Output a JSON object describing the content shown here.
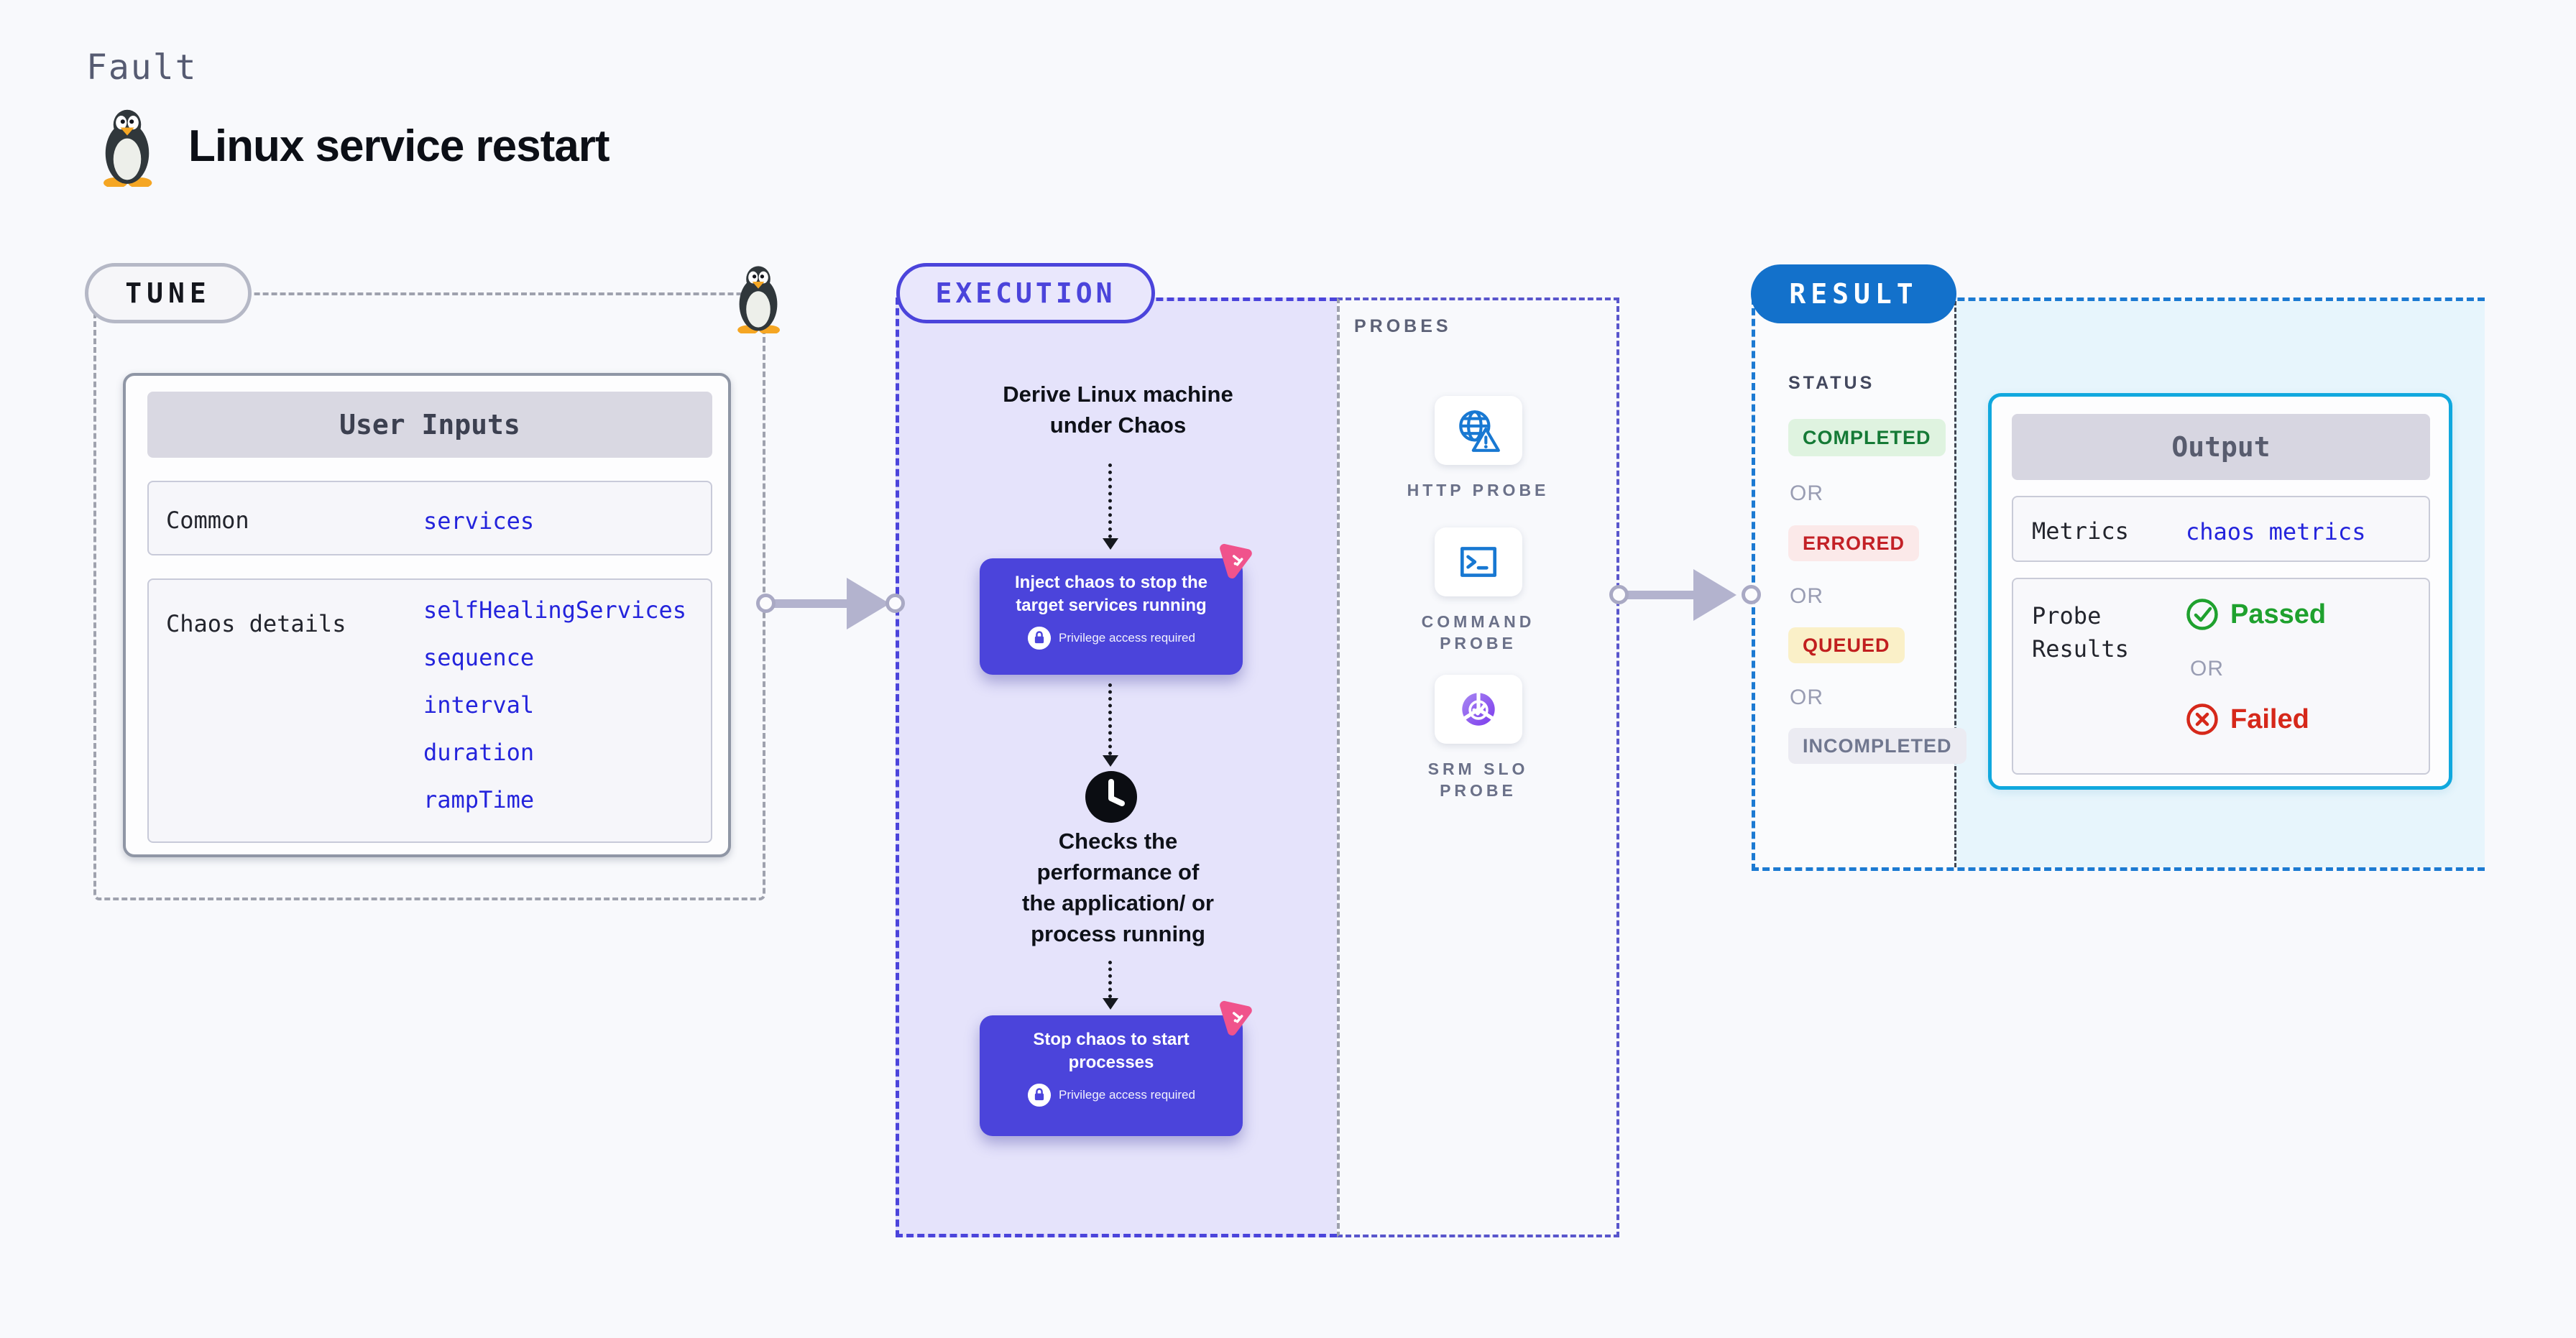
{
  "header": {
    "kicker": "Fault",
    "title": "Linux service restart"
  },
  "tune": {
    "pill": "TUNE",
    "table_title": "User Inputs",
    "rows": [
      {
        "label": "Common",
        "values": [
          "services"
        ]
      },
      {
        "label": "Chaos details",
        "values": [
          "selfHealingServices",
          "sequence",
          "interval",
          "duration",
          "rampTime"
        ]
      }
    ]
  },
  "execution": {
    "pill": "EXECUTION",
    "step1": "Derive Linux machine\nunder Chaos",
    "card1": {
      "title": "Inject chaos to stop the\ntarget services running",
      "badge": "Privilege access required"
    },
    "step2": "Checks the\nperformance of\nthe application/ or\nprocess running",
    "card2": {
      "title": "Stop chaos to start\nprocesses",
      "badge": "Privilege access required"
    }
  },
  "probes": {
    "title": "PROBES",
    "items": [
      {
        "label": "HTTP PROBE",
        "icon": "globe-alert-icon"
      },
      {
        "label": "COMMAND\nPROBE",
        "icon": "terminal-icon"
      },
      {
        "label": "SRM SLO\nPROBE",
        "icon": "slo-donut-icon"
      }
    ]
  },
  "result": {
    "pill": "RESULT",
    "status_label": "STATUS",
    "or_label": "OR",
    "statuses": [
      {
        "label": "COMPLETED",
        "color": "#157A36",
        "bg": "#DFF3E0"
      },
      {
        "label": "ERRORED",
        "color": "#C32127",
        "bg": "#FBE9E9"
      },
      {
        "label": "QUEUED",
        "color": "#C11F1F",
        "bg": "#FAF0C8"
      },
      {
        "label": "INCOMPLETED",
        "color": "#70778F",
        "bg": "#EBEBF2"
      }
    ],
    "output": {
      "title": "Output",
      "metrics_label": "Metrics",
      "metrics_value": "chaos metrics",
      "probe_results_label": "Probe\nResults",
      "passed": "Passed",
      "failed": "Failed"
    }
  },
  "colors": {
    "accent_indigo": "#4B44DB",
    "accent_blue": "#1371CB",
    "accent_cyan": "#10A8DE",
    "value_blue": "#2424DC",
    "passed_green": "#1FA12E",
    "failed_red": "#D6281A",
    "chaos_pink": "#F0538C"
  }
}
